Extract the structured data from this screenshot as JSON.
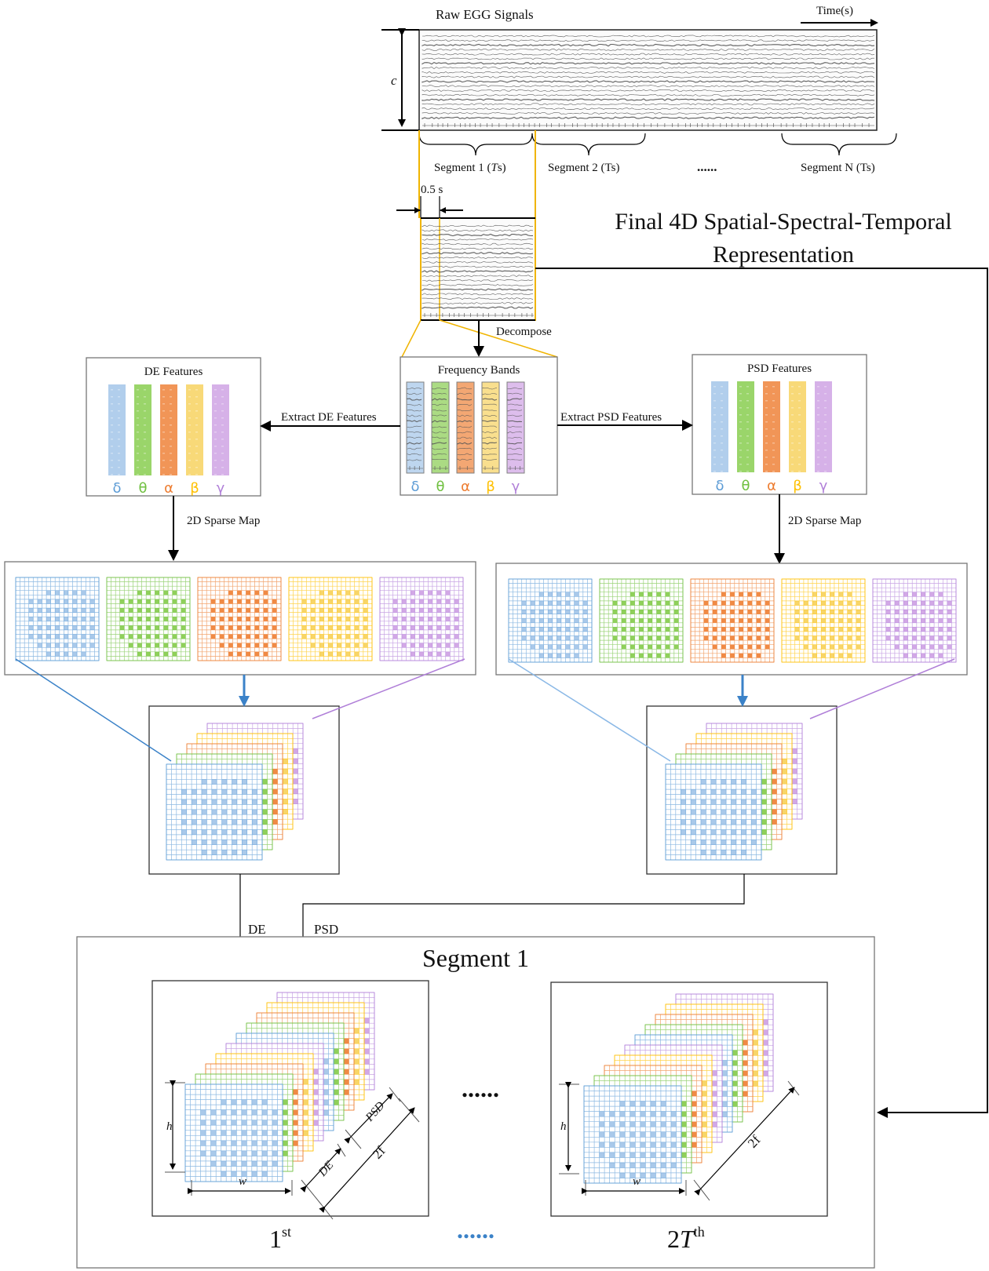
{
  "raw_signals": {
    "title": "Raw EGG Signals",
    "time_label": "Time(s)",
    "channel_label": "c",
    "segments": [
      {
        "label_prefix": "Segment 1 (",
        "label_italic": "T",
        "label_suffix": "s)"
      },
      {
        "label_prefix": "Segment 2 (Ts)",
        "label_italic": "",
        "label_suffix": ""
      },
      {
        "label_prefix": "Segment N (Ts)",
        "label_italic": "",
        "label_suffix": ""
      }
    ],
    "ellipsis": "......"
  },
  "window": {
    "width_label": "0.5 s",
    "decompose_label": "Decompose"
  },
  "final_title": {
    "line1": "Final 4D Spatial-Spectral-Temporal",
    "line2": "Representation"
  },
  "bands": [
    {
      "symbol": "δ",
      "name": "delta",
      "color": "#5b9bd5",
      "fill": "#a9c9ea"
    },
    {
      "symbol": "θ",
      "name": "theta",
      "color": "#70c040",
      "fill": "#8fd05a"
    },
    {
      "symbol": "α",
      "name": "alpha",
      "color": "#ed7d31",
      "fill": "#f08a45"
    },
    {
      "symbol": "β",
      "name": "beta",
      "color": "#ffc000",
      "fill": "#f7d569"
    },
    {
      "symbol": "γ",
      "name": "gamma",
      "color": "#b07fd8",
      "fill": "#d2a8e6"
    }
  ],
  "freq_box": {
    "title": "Frequency Bands"
  },
  "de_box": {
    "title": "DE Features",
    "arrow_label": "Extract DE Features",
    "map_label": "2D Sparse Map"
  },
  "psd_box": {
    "title": "PSD Features",
    "arrow_label": "Extract PSD Features",
    "map_label": "2D Sparse Map"
  },
  "merge": {
    "de_label": "DE",
    "psd_label": "PSD"
  },
  "segment_panel": {
    "title": "Segment 1",
    "first": {
      "main": "1",
      "sup": "st"
    },
    "last": {
      "main": "2",
      "main_italic": "T",
      "sup": "th"
    },
    "ellipsis_black": "......",
    "ellipsis_blue": "......",
    "dims": {
      "h": "h",
      "w": "w",
      "de": "DE",
      "psd": "PSD",
      "twof": "2f"
    }
  },
  "sparse_map": {
    "grid_cells": 19,
    "electrode_rows": [
      [
        0,
        0,
        0,
        1,
        1,
        1,
        1,
        1,
        0,
        0,
        0
      ],
      [
        0,
        1,
        1,
        1,
        1,
        1,
        1,
        1,
        1,
        1,
        0
      ],
      [
        0,
        1,
        1,
        1,
        1,
        1,
        1,
        1,
        1,
        1,
        0
      ],
      [
        0,
        1,
        1,
        1,
        1,
        1,
        1,
        1,
        1,
        1,
        0
      ],
      [
        0,
        1,
        1,
        1,
        1,
        1,
        1,
        1,
        1,
        1,
        0
      ],
      [
        0,
        1,
        1,
        1,
        1,
        1,
        1,
        1,
        1,
        1,
        0
      ],
      [
        0,
        0,
        1,
        1,
        1,
        1,
        1,
        1,
        1,
        0,
        0
      ],
      [
        0,
        0,
        0,
        1,
        1,
        1,
        1,
        1,
        0,
        0,
        0
      ]
    ]
  }
}
